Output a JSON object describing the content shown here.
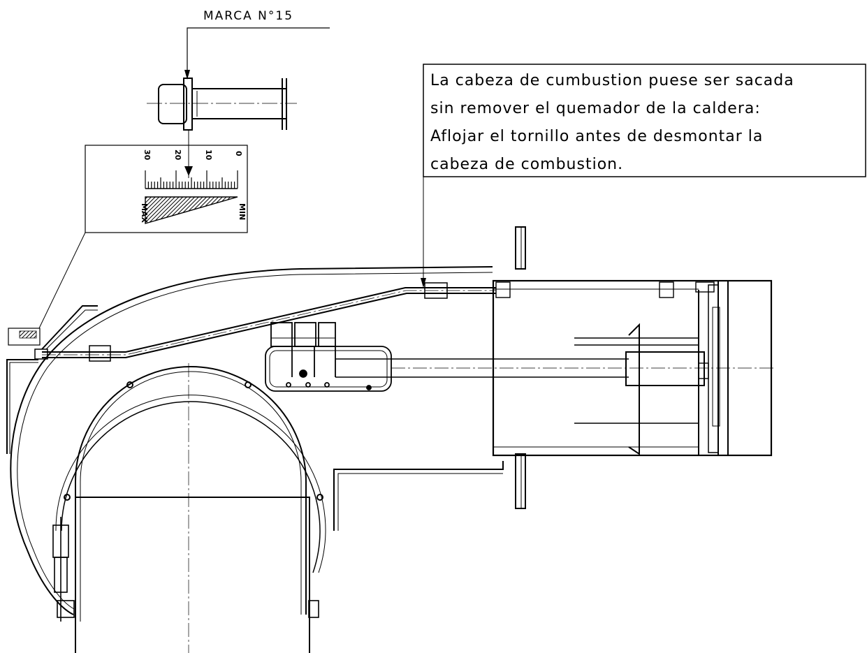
{
  "marker": {
    "label": "MARCA N°15"
  },
  "scale": {
    "ticks": [
      "30",
      "20",
      "10",
      "0"
    ],
    "max_label": "MAX",
    "min_label": "MIN"
  },
  "note": {
    "lines": [
      "La cabeza de cumbustion puese ser sacada",
      "sin remover el quemador de la caldera:",
      "Aflojar el tornillo antes de desmontar la",
      "cabeza de combustion."
    ]
  }
}
